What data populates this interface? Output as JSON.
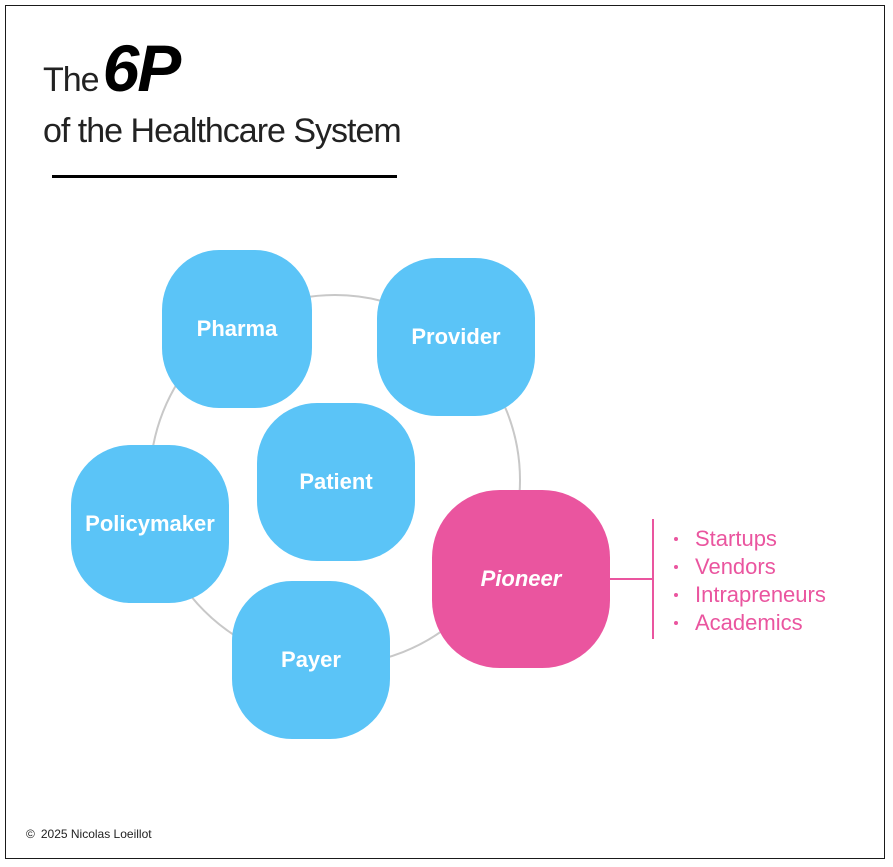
{
  "title": {
    "prefix": "The",
    "main": "6P",
    "subtitle": "of the Healthcare System"
  },
  "nodes": {
    "pharma": "Pharma",
    "provider": "Provider",
    "patient": "Patient",
    "policymaker": "Policymaker",
    "pioneer": "Pioneer",
    "payer": "Payer"
  },
  "pioneer_subtypes": [
    "Startups",
    "Vendors",
    "Intrapreneurs",
    "Academics"
  ],
  "footer": {
    "symbol": "©",
    "text": "2025 Nicolas Loeillot"
  },
  "colors": {
    "node_blue": "#5bc4f7",
    "node_pink": "#ea559f",
    "ring": "#c8c8c8"
  }
}
